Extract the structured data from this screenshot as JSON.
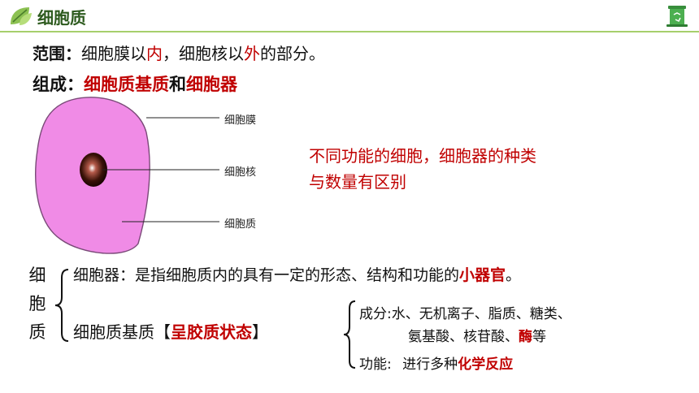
{
  "header": {
    "title": "细胞质"
  },
  "scope": {
    "label": "范围：",
    "t1": "细胞膜以",
    "t2": "内",
    "t3": "，细胞核以",
    "t4": "外",
    "t5": "的部分。"
  },
  "composition": {
    "label": "组成：",
    "part1": "细胞质基质",
    "conj": "和",
    "part2": "细胞器"
  },
  "diagram": {
    "labels": [
      "细胞膜",
      "细胞核",
      "细胞质"
    ]
  },
  "callout": {
    "line1": "不同功能的细胞，细胞器的种类",
    "line2": "与数量有区别"
  },
  "tree": {
    "root_chars": [
      "细",
      "胞",
      "质"
    ],
    "organelle": {
      "label": "细胞器",
      "desc": "：是指细胞质内的具有一定的形态、结构和功能的",
      "key": "小器官",
      "end": "。"
    },
    "matrix": {
      "label": "细胞质基质【",
      "key": "呈胶质状态",
      "end": "】",
      "comp_label": "成分:",
      "comp_line1": "水、无机离子、脂质、糖类、",
      "comp_line2a": "氨基酸、核苷酸、",
      "comp_key": "酶",
      "comp_line2b": "等",
      "func_label": "功能:",
      "func_text": "进行多种",
      "func_key": "化学反应"
    }
  },
  "colors": {
    "accent_red": "#c00000",
    "header_green": "#a6cf6b",
    "cell_pink": "#f08be6"
  }
}
